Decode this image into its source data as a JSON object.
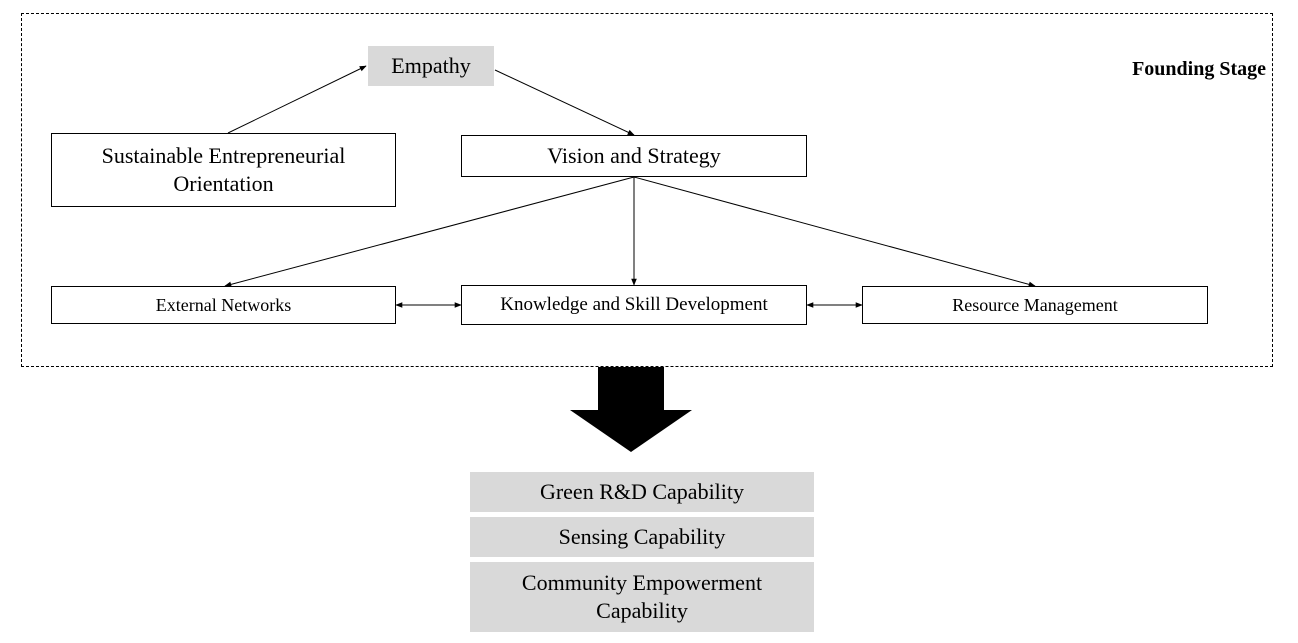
{
  "stage_label": "Founding Stage",
  "nodes": {
    "empathy": "Empathy",
    "seo": "Sustainable Entrepreneurial Orientation",
    "vision": "Vision and Strategy",
    "external": "External Networks",
    "knowledge": "Knowledge and Skill Development",
    "resource": "Resource Management"
  },
  "capabilities": [
    "Green R&D Capability",
    "Sensing Capability",
    "Community Empowerment Capability"
  ],
  "colors": {
    "shaded_fill": "#d9d9d9",
    "line": "#000000",
    "background": "#ffffff"
  }
}
